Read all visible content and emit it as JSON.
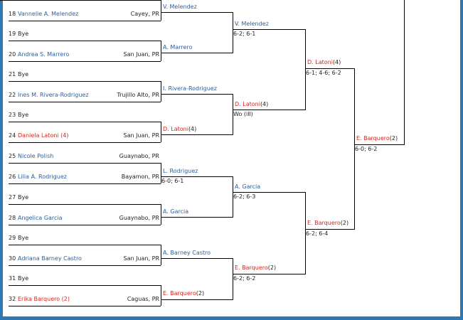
{
  "colors": {
    "frame_border": "#2c79b6",
    "name_blue": "#2b5f9e",
    "seed_red": "#e2211c",
    "line": "#000000"
  },
  "round1": [
    {
      "seed_line": "18",
      "name": "Vannelie A. Melendez",
      "location": "Cayey, PR",
      "color": "blue"
    },
    {
      "seed_line": "19",
      "name": "Bye",
      "location": "",
      "color": "plain"
    },
    {
      "seed_line": "20",
      "name": "Andrea S. Marrero",
      "location": "San Juan, PR",
      "color": "blue"
    },
    {
      "seed_line": "21",
      "name": "Bye",
      "location": "",
      "color": "plain"
    },
    {
      "seed_line": "22",
      "name": "Ines M. Rivera-Rodriguez",
      "location": "Trujillo Alto, PR",
      "color": "blue"
    },
    {
      "seed_line": "23",
      "name": "Bye",
      "location": "",
      "color": "plain"
    },
    {
      "seed_line": "24",
      "name": "Daniela Latoni (4)",
      "location": "San Juan, PR",
      "color": "red"
    },
    {
      "seed_line": "25",
      "name": "Nicole Polish",
      "location": "Guaynabo, PR",
      "color": "blue"
    },
    {
      "seed_line": "26",
      "name": "Lilia A. Rodriguez",
      "location": "Bayamon, PR",
      "color": "blue"
    },
    {
      "seed_line": "27",
      "name": "Bye",
      "location": "",
      "color": "plain"
    },
    {
      "seed_line": "28",
      "name": "Angelica Garcia",
      "location": "Guaynabo, PR",
      "color": "blue"
    },
    {
      "seed_line": "29",
      "name": "Bye",
      "location": "",
      "color": "plain"
    },
    {
      "seed_line": "30",
      "name": "Adriana Barney Castro",
      "location": "San Juan, PR",
      "color": "blue"
    },
    {
      "seed_line": "31",
      "name": "Bye",
      "location": "",
      "color": "plain"
    },
    {
      "seed_line": "32",
      "name": "Erika Barquero (2)",
      "location": "Caguas, PR",
      "color": "red"
    }
  ],
  "round2": [
    {
      "name": "V. Melendez",
      "seed": "",
      "score": "",
      "color": "blue"
    },
    {
      "name": "A. Marrero",
      "seed": "",
      "score": "",
      "color": "blue"
    },
    {
      "name": "I. Rivera-Rodriguez",
      "seed": "",
      "score": "",
      "color": "blue"
    },
    {
      "name": "D. Latoni",
      "seed": "(4)",
      "score": "",
      "color": "red"
    },
    {
      "name": "L. Rodriguez",
      "seed": "",
      "score": "6-0; 6-1",
      "color": "blue"
    },
    {
      "name": "A. Garcia",
      "seed": "",
      "score": "",
      "color": "blue"
    },
    {
      "name": "A. Barney Castro",
      "seed": "",
      "score": "",
      "color": "blue"
    },
    {
      "name": "E. Barquero",
      "seed": "(2)",
      "score": "",
      "color": "red"
    }
  ],
  "round3": [
    {
      "name": "V. Melendez",
      "seed": "",
      "score": "6-2; 6-1",
      "color": "blue"
    },
    {
      "name": "D. Latoni",
      "seed": "(4)",
      "score": "Wo (ill)",
      "color": "red"
    },
    {
      "name": "A. Garcia",
      "seed": "",
      "score": "6-2; 6-3",
      "color": "blue"
    },
    {
      "name": "E. Barquero",
      "seed": "(2)",
      "score": "6-2; 6-2",
      "color": "red"
    }
  ],
  "round4": [
    {
      "name": "D. Latoni",
      "seed": "(4)",
      "score": "6-1; 4-6; 6-2",
      "color": "red"
    },
    {
      "name": "E. Barquero",
      "seed": "(2)",
      "score": "6-2; 6-4",
      "color": "red"
    }
  ],
  "round5": [
    {
      "name": "E. Barquero",
      "seed": "(2)",
      "score": "6-0; 6-2",
      "color": "red"
    }
  ]
}
